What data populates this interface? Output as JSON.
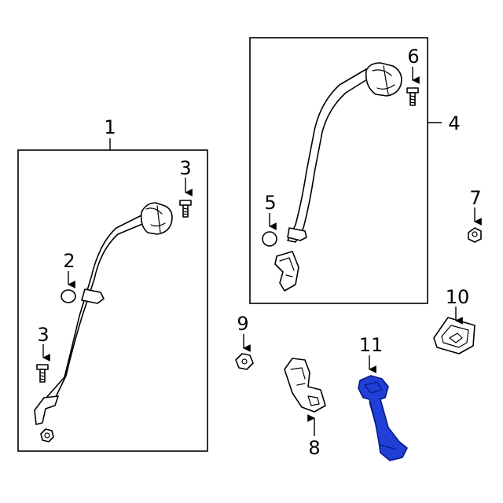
{
  "diagram": {
    "callouts": {
      "c1": "1",
      "c2": "2",
      "c3a": "3",
      "c3b": "3",
      "c4": "4",
      "c5": "5",
      "c6": "6",
      "c7": "7",
      "c8": "8",
      "c9": "9",
      "c10": "10",
      "c11": "11"
    },
    "colors": {
      "highlight_part": "#1f3fd6",
      "line": "#000000",
      "background": "#ffffff"
    }
  }
}
